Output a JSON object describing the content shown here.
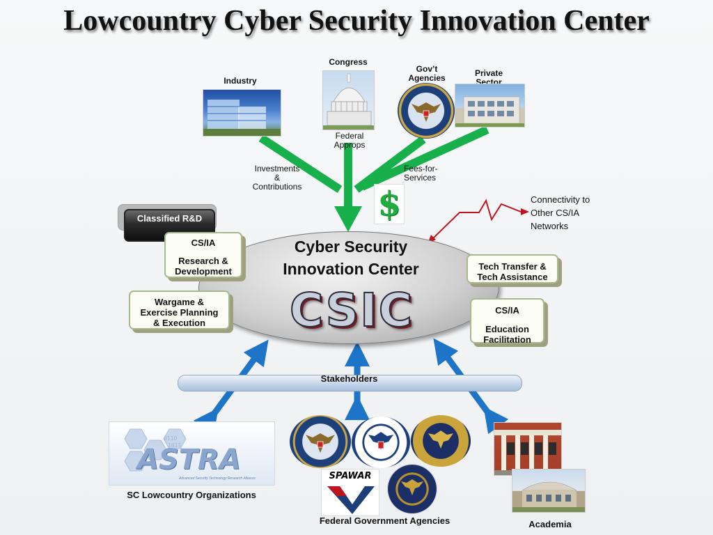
{
  "title": "Lowcountry Cyber Security Innovation Center",
  "sources": {
    "industry": "Industry",
    "congress": "Congress",
    "govt_agencies": "Gov’t\nAgencies",
    "private_sector": "Private\nSector",
    "federal_approps": "Federal\nApprops",
    "investments": "Investments\n&\nContributions",
    "fees": "Fees-for-\nServices"
  },
  "connectivity": "Connectivity to\nOther CS/IA\nNetworks",
  "center": {
    "name_line1": "Cyber Security",
    "name_line2": "Innovation Center",
    "acronym": "CSIC"
  },
  "boxes": {
    "classified": "Classified R&D",
    "research_title": "CS/IA",
    "research_body": "Research &\nDevelopment",
    "wargame": "Wargame &\nExercise Planning\n& Execution",
    "tech_transfer": "Tech Transfer &\nTech Assistance",
    "education_title": "CS/IA",
    "education_body": "Education\nFacilitation"
  },
  "stakeholders": "Stakeholders",
  "groups": {
    "sc_orgs": "SC Lowcountry Organizations",
    "federal": "Federal Government Agencies",
    "academia": "Academia"
  },
  "logos": {
    "astra": "ASTRA",
    "astra_sub": "Advanced Security Technology Research Alliance",
    "spawar": "SPAWAR"
  },
  "colors": {
    "funding_arrow": "#18b04a",
    "stakeholder_arrow": "#1e74c6",
    "connectivity_arrow": "#c0141c",
    "box_border": "#a6b98c"
  }
}
